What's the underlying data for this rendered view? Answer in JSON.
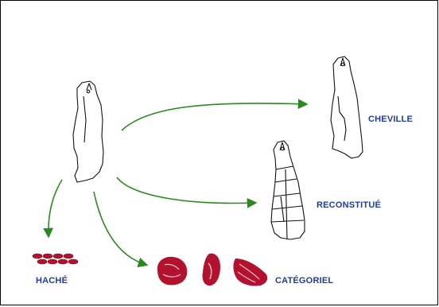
{
  "labels": {
    "cheville": "CHEVILLE",
    "reconstitue": "RECONSTITUÉ",
    "hache": "HACHÉ",
    "categoriel": "CATÉGORIEL"
  },
  "colors": {
    "label": "#1f3aa8",
    "arrow": "#2a8a1f",
    "meat": "#b3122e",
    "outline": "#111111"
  },
  "icons": [
    "carcass-icon",
    "carcass-icon",
    "carcass-cut-icon",
    "minced-patties-icon",
    "meat-cuts-icon"
  ]
}
